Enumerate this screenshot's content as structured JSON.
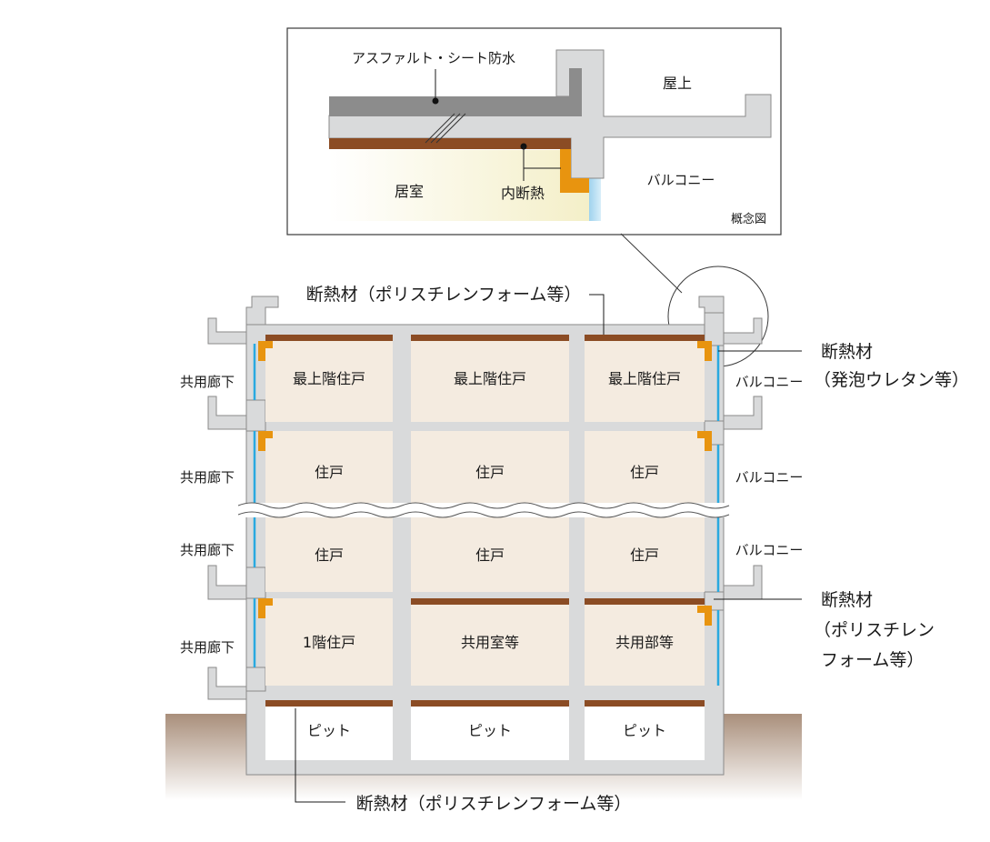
{
  "inset": {
    "labels": {
      "waterproofing": "アスファルト・シート防水",
      "rooftop": "屋上",
      "living_room": "居室",
      "inner_insulation": "内断熱",
      "balcony": "バルコニー",
      "concept": "概念図"
    }
  },
  "building": {
    "callouts": {
      "top_insulation": "断熱材（ポリスチレンフォーム等）",
      "right_insulation_line1": "断熱材",
      "right_insulation_line2": "（発泡ウレタン等）",
      "lower_insulation_line1": "断熱材",
      "lower_insulation_line2": "（ポリスチレン",
      "lower_insulation_line3": "フォーム等）",
      "bottom_insulation": "断熱材（ポリスチレンフォーム等）"
    },
    "left_labels": [
      "共用廊下",
      "共用廊下",
      "共用廊下",
      "共用廊下"
    ],
    "right_labels": [
      "バルコニー",
      "バルコニー",
      "バルコニー"
    ],
    "rows": [
      [
        "最上階住戸",
        "最上階住戸",
        "最上階住戸"
      ],
      [
        "住戸",
        "住戸",
        "住戸"
      ],
      [
        "住戸",
        "住戸",
        "住戸"
      ],
      [
        "1階住戸",
        "共用室等",
        "共用部等"
      ],
      [
        "ピット",
        "ピット",
        "ピット"
      ]
    ]
  },
  "colors": {
    "concrete": "#d9dadb",
    "concrete_stroke": "#8a8a8a",
    "unit_fill": "#f4ebe0",
    "insulation_brown": "#8b4c24",
    "insulation_orange": "#e8940f",
    "glass_blue": "#29a9e0",
    "waterproof_gray": "#8c8c8c",
    "ground": "#b59c88"
  }
}
